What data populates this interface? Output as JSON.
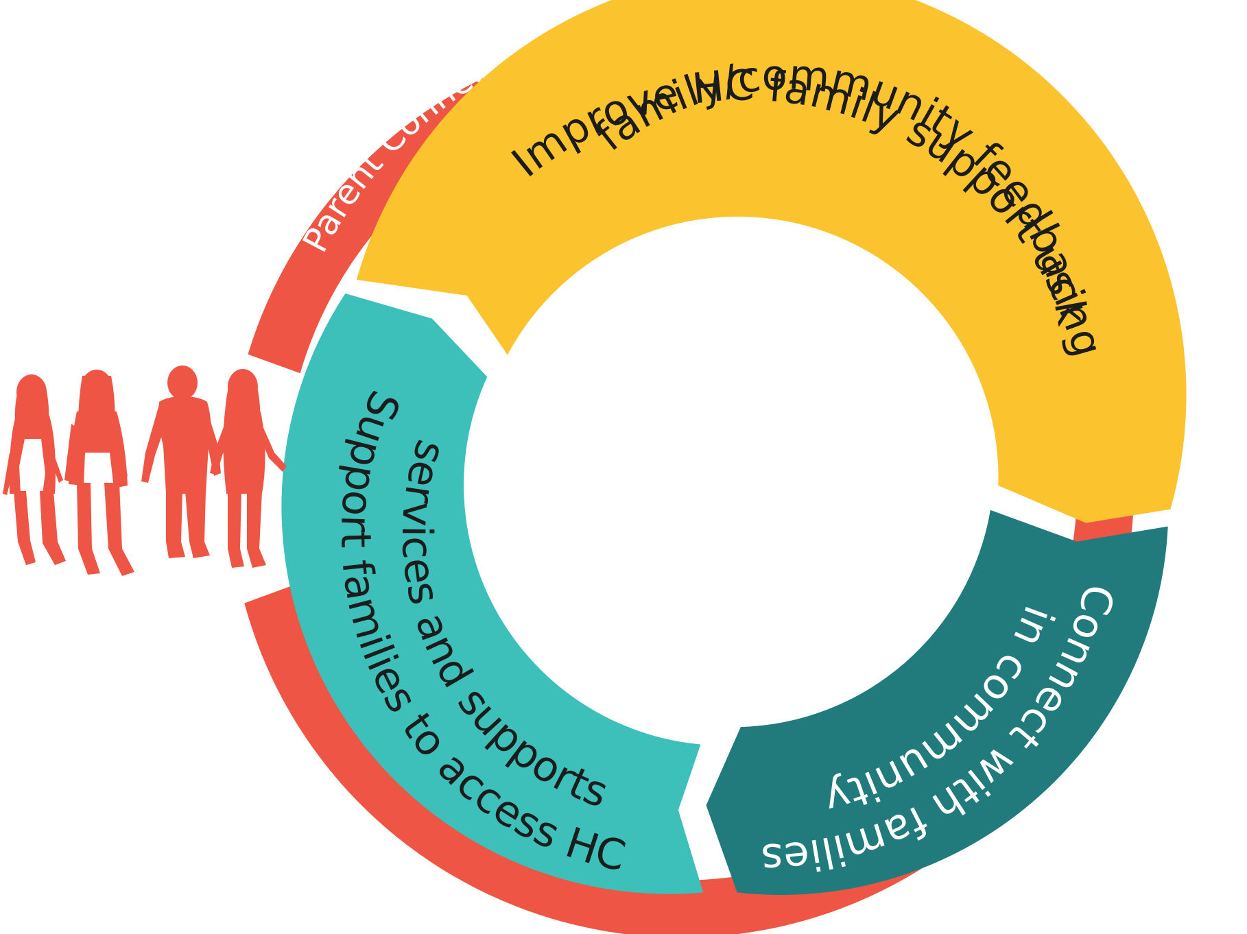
{
  "diagram": {
    "outer_ring_label": "Parent Connectors",
    "segments": [
      {
        "id": "improve",
        "lines": [
          "Improve HC family support using",
          "family/community feedback"
        ]
      },
      {
        "id": "connect",
        "lines": [
          "Connect with families",
          "in community"
        ]
      },
      {
        "id": "support",
        "lines": [
          "Support families to access HC",
          "services and supports"
        ]
      }
    ],
    "people_icon": "group-of-four-people-silhouette-icon"
  },
  "colors": {
    "outer_ring": "#ef5545",
    "improve": "#fbc42f",
    "connect": "#217a7c",
    "support": "#3dbfba",
    "people": "#ef5545",
    "text_dark": "#1c1c1c",
    "text_light": "#ffffff"
  }
}
